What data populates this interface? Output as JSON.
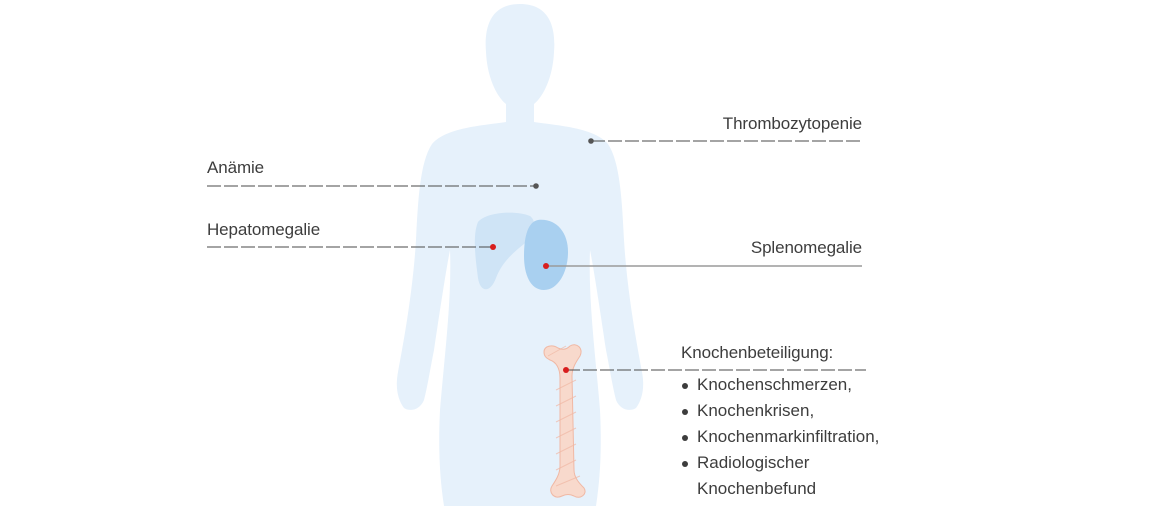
{
  "labels": {
    "anaemia": "Anämie",
    "hepatomegaly": "Hepatomegalie",
    "thrombocytopenia": "Thrombozytopenie",
    "splenomegaly": "Splenomegalie",
    "bone_involvement": "Knochenbeteiligung:"
  },
  "bone_items": [
    {
      "text": "Knochenschmerzen,"
    },
    {
      "text": "Knochenkrisen,"
    },
    {
      "text": "Knochenmarkinfiltration,"
    },
    {
      "text": "Radiologischer",
      "continuation": "Knochenbefund"
    }
  ],
  "colors": {
    "body": "#e6f1fb",
    "liver": "#cfe4f6",
    "spleen": "#a9d0f0",
    "bone": "#f8d9cc",
    "bone_stroke": "#f0b8a4",
    "marker_red": "#d81e1e",
    "marker_grey": "#555555",
    "line": "#4a4a4a",
    "line_light": "#9a9a9a",
    "text": "#3d3d3d"
  }
}
